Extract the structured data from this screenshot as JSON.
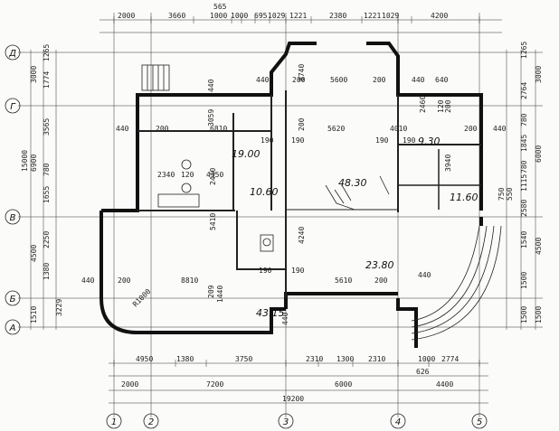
{
  "axes": {
    "rows": [
      "Д",
      "Г",
      "В",
      "Б",
      "А"
    ],
    "cols": [
      "1",
      "2",
      "3",
      "4",
      "5"
    ]
  },
  "rooms": [
    "19.00",
    "10.60",
    "48.30",
    "9.30",
    "11.60",
    "23.80",
    "43.15"
  ],
  "top": [
    "565",
    "2000",
    "3660",
    "1000",
    "1000",
    "695",
    "1029",
    "1221",
    "2380",
    "1221",
    "1029",
    "4200"
  ],
  "bottom": [
    "4950",
    "1380",
    "3750",
    "2310",
    "1300",
    "2310",
    "1000",
    "2774",
    "626",
    "2000",
    "7200",
    "6000",
    "4400",
    "19200"
  ],
  "inner": [
    "440",
    "200",
    "5600",
    "200",
    "440",
    "640",
    "440",
    "200",
    "6810",
    "5620",
    "4010",
    "200",
    "440",
    "190",
    "190",
    "190",
    "190",
    "2340",
    "120",
    "4350",
    "440",
    "200",
    "8810",
    "190",
    "190",
    "5610",
    "200",
    "440",
    "1440",
    "3059",
    "440",
    "8740",
    "200",
    "4240",
    "209",
    "2440",
    "5410",
    "3940",
    "2460",
    "120",
    "200",
    "440",
    "R1000"
  ],
  "left": [
    "3000",
    "1265",
    "1774",
    "3565",
    "780",
    "1655",
    "2250",
    "1380",
    "1510",
    "15000",
    "6900",
    "4500",
    "3229"
  ],
  "right": [
    "1265",
    "2764",
    "780",
    "1845",
    "780",
    "1115",
    "2580",
    "1540",
    "1500",
    "1500",
    "3000",
    "6000",
    "4500",
    "1500",
    "550",
    "750"
  ]
}
